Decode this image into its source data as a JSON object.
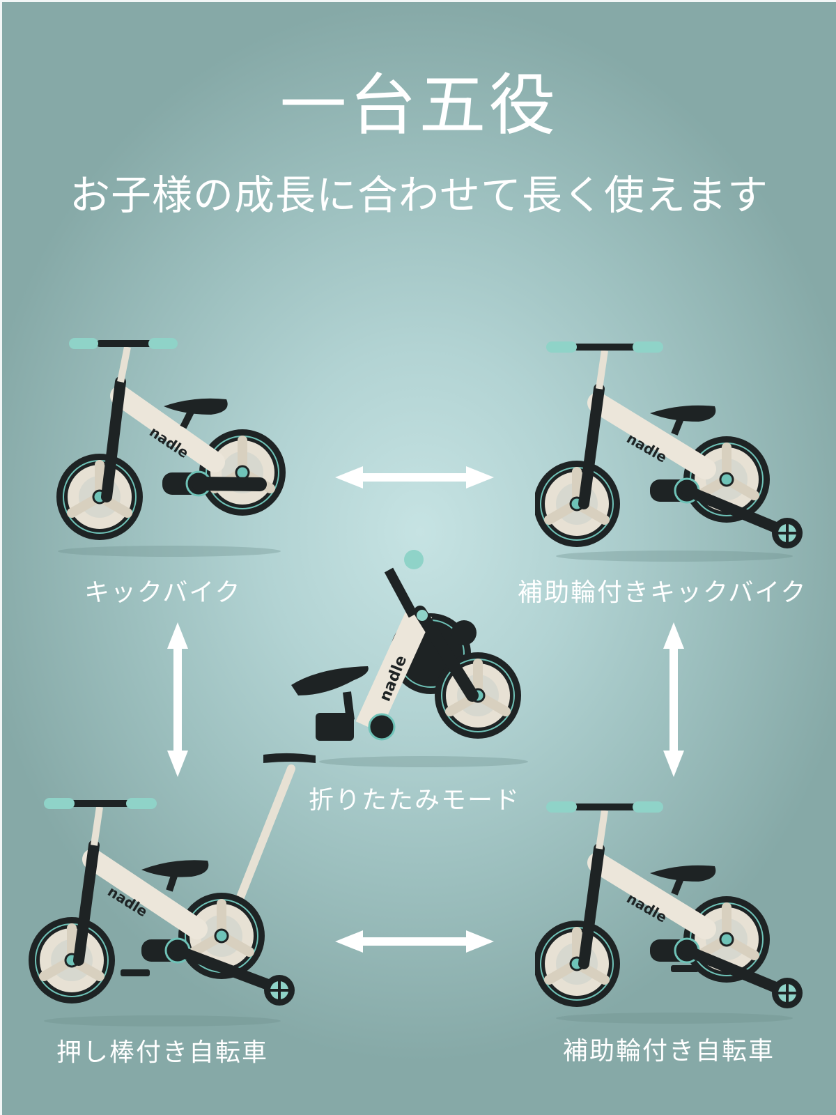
{
  "header": {
    "title": "一台五役",
    "subtitle": "お子様の成長に合わせて長く使えます"
  },
  "brand": "nadle",
  "modes": [
    {
      "id": "kick-bike",
      "label": "キックバイク"
    },
    {
      "id": "kick-bike-training-wheels",
      "label": "補助輪付きキックバイク"
    },
    {
      "id": "folding-mode",
      "label": "折りたたみモード"
    },
    {
      "id": "bike-push-bar",
      "label": "押し棒付き自転車"
    },
    {
      "id": "bike-training-wheels",
      "label": "補助輪付き自転車"
    }
  ],
  "colors": {
    "background_center": "#c6e3e3",
    "background_edge": "#86a9a7",
    "text": "#ffffff",
    "accent_mint": "#8fd3c8",
    "frame": "#ece6da",
    "tire": "#1e2324"
  }
}
